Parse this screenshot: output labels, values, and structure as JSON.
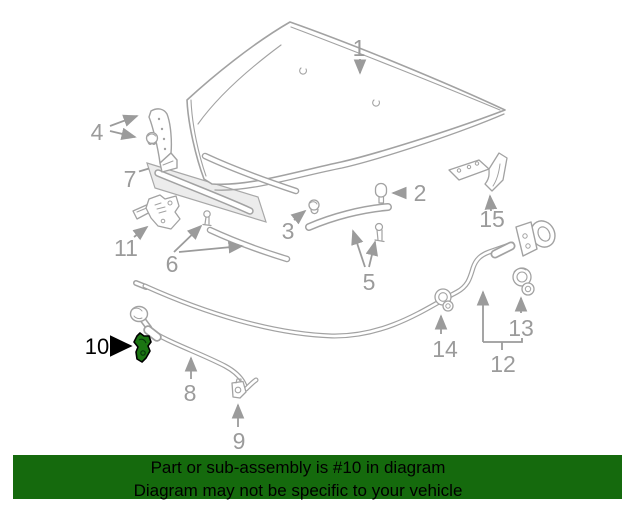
{
  "art": {
    "line_color": "#A2A2A2",
    "label_color": "#9B9B9B",
    "shade_fill": "#ECECEC"
  },
  "callouts": {
    "c1": "1",
    "c2": "2",
    "c3": "3",
    "c4": "4",
    "c5": "5",
    "c6": "6",
    "c7": "7",
    "c8": "8",
    "c9": "9",
    "c10": "10",
    "c11": "11",
    "c12": "12",
    "c13": "13",
    "c14": "14",
    "c15": "15"
  },
  "highlight": {
    "callout": "10",
    "part_color": "#1B7512",
    "arrow_color": "#000000"
  },
  "banner": {
    "line1": "Part or sub-assembly is #10 in diagram",
    "line2": "Diagram may not be specific to your vehicle",
    "background": "#156A0D",
    "text_color": "#000000"
  }
}
